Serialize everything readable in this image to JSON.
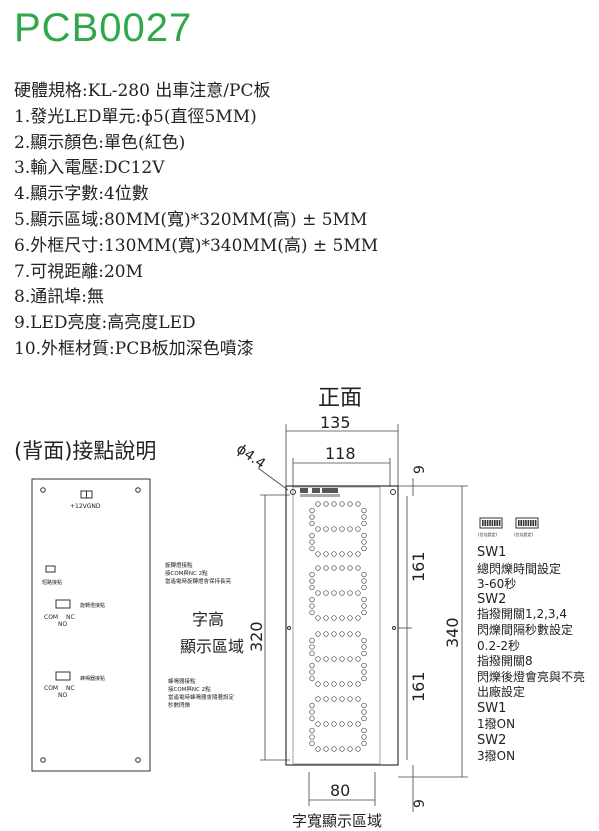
{
  "title": "PCB0027",
  "specs": [
    "硬體規格:KL-280  出車注意/PC板",
    "1.發光LED單元:ɸ5(直徑5MM)",
    "2.顯示顏色:單色(紅色)",
    "3.輸入電壓:DC12V",
    "4.顯示字數:4位數",
    "5.顯示區域:80MM(寬)*320MM(高) ± 5MM",
    "6.外框尺寸:130MM(寬)*340MM(高) ± 5MM",
    "7.可視距離:20M",
    "8.通訊埠:無",
    "9.LED亮度:高亮度LED",
    "10.外框材質:PCB板加深色噴漆"
  ],
  "back": {
    "heading": "(背面)接點說明",
    "power_label": "+12VGND",
    "short_label": "短路接點",
    "rot_label": "旋轉燈接點",
    "buzz_label": "蜂鳴器接點",
    "com": "COM",
    "nc": "NC",
    "no": "NO",
    "rot_note": [
      "旋轉燈接點",
      "接COM與NC 2點",
      "當遙電時旋轉燈會保持長亮"
    ],
    "buzz_note": [
      "蜂鳴器接點",
      "接COM與NC 2點",
      "當遙電時蜂鳴器會隨著設定",
      "秒數閃爍"
    ]
  },
  "front": {
    "heading": "正面",
    "dim_width": "135",
    "dim_inner": "118",
    "dim_hole": "ɸ4.4",
    "dim_9_top": "9",
    "dim_9_bottom": "9",
    "dim_161_a": "161",
    "dim_161_b": "161",
    "dim_320": "320",
    "dim_340": "340",
    "dim_80": "80",
    "char_height_label": [
      "字高",
      "顯示區域"
    ],
    "char_width_label": "字寬顯示區域",
    "switch_label": "(位址設定)"
  },
  "notes": [
    "SW1",
    "總閃爍時間設定",
    "3-60秒",
    "SW2",
    "指撥開關1,2,3,4",
    "閃爍間隔秒數設定",
    "0.2-2秒",
    "指撥開關8",
    "閃爍後燈會亮與不亮",
    "出廠設定",
    "SW1",
    "1撥ON",
    "SW2",
    "3撥ON"
  ]
}
